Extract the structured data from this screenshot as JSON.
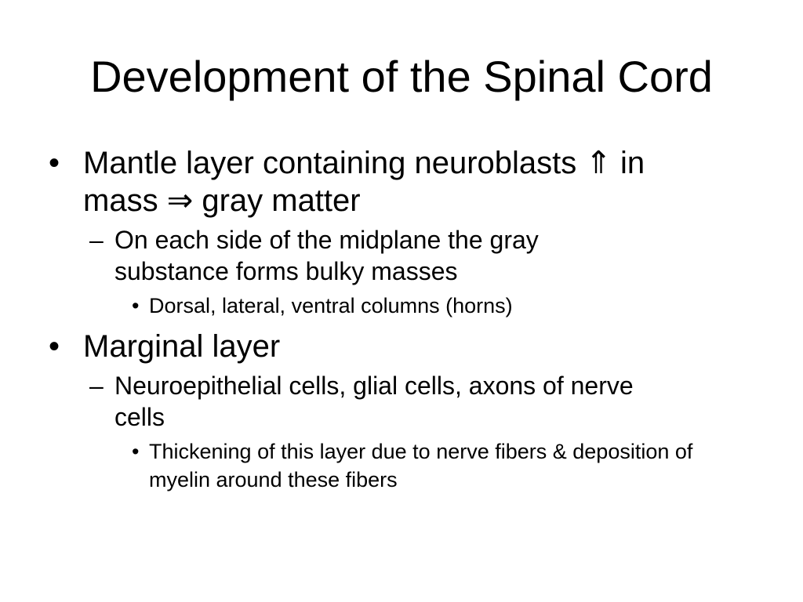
{
  "slide": {
    "title": "Development of the Spinal Cord",
    "bullets": [
      {
        "marker": "•",
        "text_before_up": "Mantle layer containing neuroblasts ",
        "up_arrow": "⇑",
        "text_middle": " in mass ",
        "right_arrow": "⇒",
        "text_after": " gray matter"
      },
      {
        "marker": "–",
        "text": "On each side of the midplane the gray substance forms bulky masses"
      },
      {
        "marker": "•",
        "text": "Dorsal, lateral, ventral columns (horns)"
      },
      {
        "marker": "•",
        "text": "Marginal layer"
      },
      {
        "marker": "–",
        "text": "Neuroepithelial cells, glial cells, axons of nerve cells"
      },
      {
        "marker": "•",
        "text": "Thickening of this layer due to nerve fibers & deposition of myelin around these fibers"
      }
    ]
  }
}
